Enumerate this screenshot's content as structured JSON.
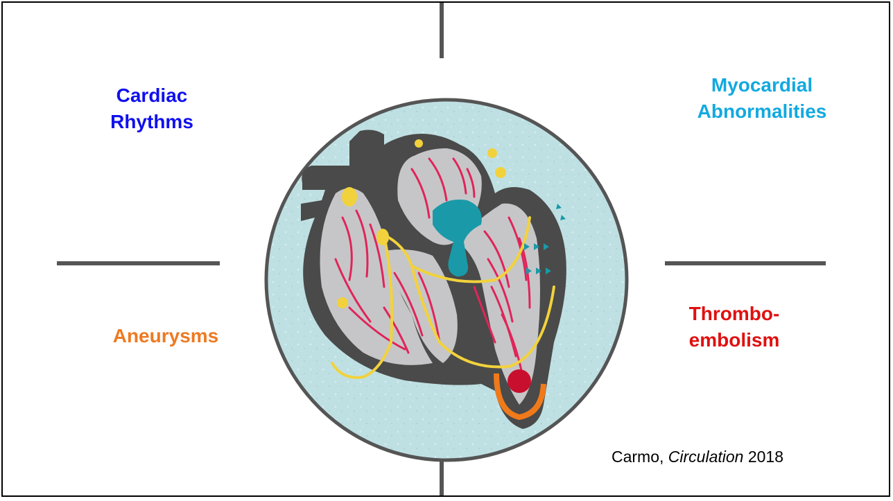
{
  "labels": {
    "top_left": "Cardiac\nRhythms",
    "top_right": "Myocardial\nAbnormalities",
    "bottom_left": "Aneurysms",
    "bottom_right": "Thrombo-\nembolism"
  },
  "colors": {
    "top_left": "#1010ee",
    "top_right": "#12a9e0",
    "bottom_left": "#ee7a22",
    "bottom_right": "#e01010",
    "heart_wall": "#4a4a4a",
    "chamber": "#c6c6c8",
    "fibers": "#e0245a",
    "conduction": "#f2d23c",
    "valve": "#1a9aa8",
    "thrombus": "#c8102e",
    "aneurysm": "#f07a1a",
    "disk": "#bfe0e3"
  },
  "citation": {
    "author": "Carmo, ",
    "journal": "Circulation",
    "year": " 2018"
  }
}
